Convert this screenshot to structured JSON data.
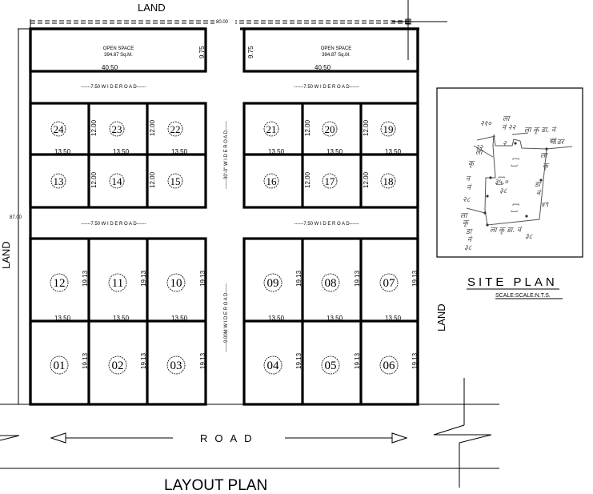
{
  "title": "LAYOUT PLAN",
  "boundary_labels": {
    "top": "LAND",
    "left": "LAND",
    "right": "LAND",
    "bottom_road": "ROAD"
  },
  "dimensions": {
    "overall_width": "80.00",
    "overall_height": "87.00",
    "open_space_width": "40.50",
    "open_space_depth": "9.75",
    "plot_width": "13.50",
    "small_plot_depth": "12.00",
    "large_plot_depth": "19.13"
  },
  "open_spaces": [
    {
      "label": "OPEN SPACE",
      "area": "394.87 Sq.M."
    },
    {
      "label": "OPEN SPACE",
      "area": "394.87 Sq.M."
    }
  ],
  "roads": {
    "horizontal_top_left": "------7.50 W I D E  R O A D------",
    "horizontal_top_right": "------7.50 W I D E  R O A D------",
    "horizontal_mid_left": "------7.50 W I D E  R O A D------",
    "horizontal_mid_right": "------7.50 W I D E  R O A D------",
    "vertical_upper": "------30'-0\" W I D E  R O A D------",
    "vertical_lower": "------9.00M W I D E  R O A D------"
  },
  "plots": {
    "upper_row_top_left": [
      "24",
      "23",
      "22"
    ],
    "upper_row_top_right": [
      "21",
      "20",
      "19"
    ],
    "upper_row_bottom_left": [
      "13",
      "14",
      "15"
    ],
    "upper_row_bottom_right": [
      "16",
      "17",
      "18"
    ],
    "lower_row_top_left": [
      "12",
      "11",
      "10"
    ],
    "lower_row_top_right": [
      "09",
      "08",
      "07"
    ],
    "lower_row_bottom_left": [
      "01",
      "02",
      "03"
    ],
    "lower_row_bottom_right": [
      "04",
      "05",
      "06"
    ]
  },
  "site_plan": {
    "title": "SITE PLAN",
    "scale": "SCALE:SCALE:N.T.S."
  }
}
